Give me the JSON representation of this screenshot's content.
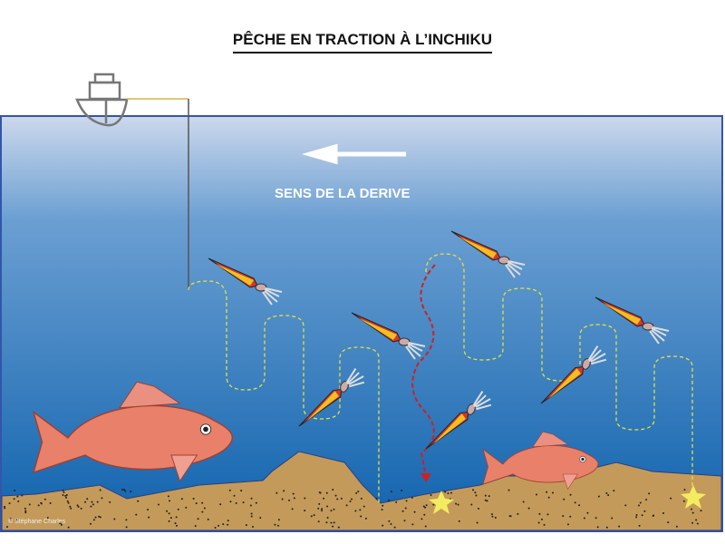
{
  "title": "PÊCHE EN TRACTION À L’INCHIKU",
  "drift_label": "SENS DE LA DERIVE",
  "copyright": "© Stéphane Charles",
  "colors": {
    "water_top": "#c9d5ea",
    "water_bottom": "#1666b0",
    "sand": "#c49a5a",
    "line": "#e6e040",
    "path": "#d02020",
    "star": "#f4ec60"
  },
  "icons": [
    "boat-icon",
    "arrow-left-icon",
    "fish-icon",
    "inchiku-lure-icon",
    "star-icon"
  ]
}
